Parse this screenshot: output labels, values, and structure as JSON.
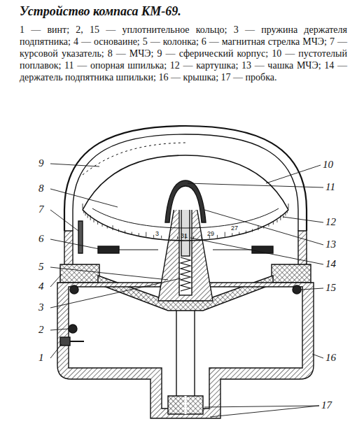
{
  "diagram": {
    "title": "Устройство компаса КМ-69.",
    "caption": "1 — винт; 2, 15 — уплотнительное кольцо; 3 — пружина держателя подпятника; 4 — основаине; 5 — колонка; 6 — магнитная стрелка МЧЭ; 7 — курсовой указатель; 8 — МЧЭ; 9 — сферический корпус; 10 — пустотелый поплавок; 11 — опорная шпилька; 12 — картушка; 13 — чашка МЧЭ; 14 — держатель подпятника шпильки; 16 — крышка; 17 — пробка.",
    "labels": [
      "9",
      "10",
      "8",
      "11",
      "7",
      "12",
      "6",
      "13",
      "5",
      "14",
      "4",
      "15",
      "3",
      "2",
      "1",
      "16",
      "17",
      "3",
      "31",
      "29",
      "27"
    ]
  }
}
